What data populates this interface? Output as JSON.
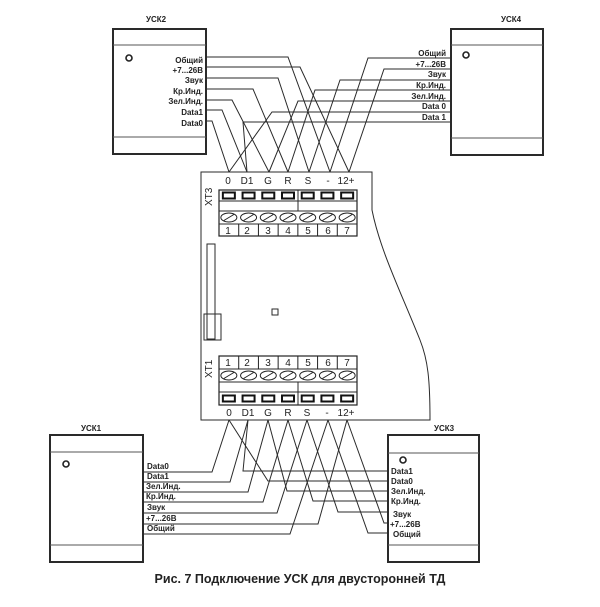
{
  "figure": {
    "caption": "Рис. 7 Подключение УСК для двусторонней ТД"
  },
  "devices": {
    "usk1": {
      "title": "УСК1",
      "terminals": [
        "Data0",
        "Data1",
        "Зел.Инд.",
        "Кр.Инд.",
        "Звук",
        "+7...26В",
        "Общий"
      ]
    },
    "usk2": {
      "title": "УСК2",
      "terminals": [
        "Общий",
        "+7...26В",
        "Звук",
        "Кр.Инд.",
        "Зел.Инд.",
        "Data1",
        "Data0"
      ]
    },
    "usk3": {
      "title": "УСК3",
      "terminals": [
        "Data1",
        "Data0",
        "Зел.Инд.",
        "Кр.Инд.",
        "Звук",
        "+7...26В",
        "Общий"
      ]
    },
    "usk4": {
      "title": "УСК4",
      "terminals": [
        "Общий",
        "+7...26В",
        "Звук",
        "Кр.Инд.",
        "Зел.Инд.",
        "Data 0",
        "Data 1"
      ]
    }
  },
  "board": {
    "xt3": {
      "label": "XT3",
      "pin_labels": [
        "0",
        "D1",
        "G",
        "R",
        "S",
        "-",
        "12+"
      ],
      "pin_numbers": [
        "1",
        "2",
        "3",
        "4",
        "5",
        "6",
        "7"
      ]
    },
    "xt1": {
      "label": "XT1",
      "pin_labels": [
        "0",
        "D1",
        "G",
        "R",
        "S",
        "-",
        "12+"
      ],
      "pin_numbers": [
        "1",
        "2",
        "3",
        "4",
        "5",
        "6",
        "7"
      ]
    }
  },
  "connections": {
    "signal_to_pin": {
      "Data0": "0",
      "Data1": "D1",
      "Зел.Инд.": "G",
      "Кр.Инд.": "R",
      "Звук": "S",
      "Общий": "-",
      "+7...26В": "12+"
    }
  }
}
